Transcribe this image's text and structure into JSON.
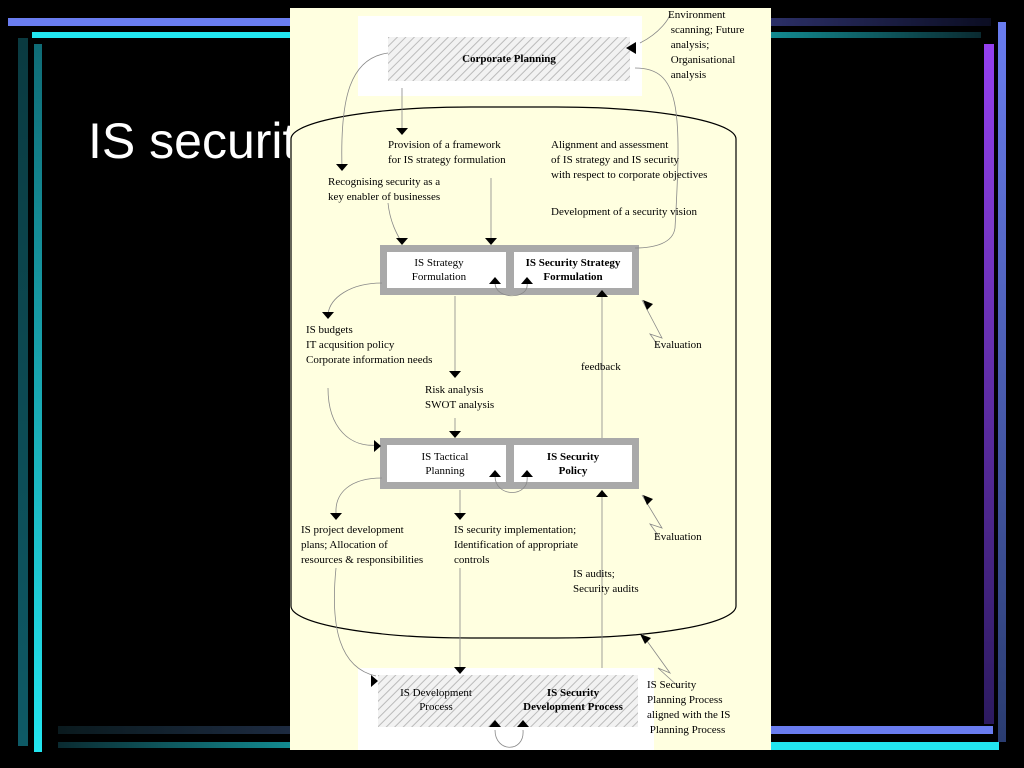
{
  "slide": {
    "title": "IS security"
  },
  "diagram": {
    "corporate_planning": "Corporate Planning",
    "environment_note": "Environment\n scanning; Future\n analysis;\n Organisational\n analysis",
    "provision_framework": "Provision of a framework\nfor IS strategy formulation",
    "alignment": "Alignment and assessment\nof IS strategy and IS security\nwith respect to corporate objectives",
    "security_vision": "Development of a security vision",
    "recognising_security": "Recognising security as a\nkey enabler of businesses",
    "is_strategy_formulation": "IS Strategy\nFormulation",
    "is_security_strategy_formulation": "IS Security Strategy\nFormulation",
    "is_budgets": "IS budgets\nIT acqusition policy\nCorporate information needs",
    "evaluation_1": "Evaluation",
    "feedback": "feedback",
    "risk_analysis": "Risk analysis\nSWOT analysis",
    "is_tactical_planning": "IS Tactical\nPlanning",
    "is_security_policy": "IS Security\nPolicy",
    "is_project_development": "IS project development\nplans; Allocation of\nresources & responsibilities",
    "is_security_implementation": "IS security implementation;\nIdentification of appropriate\ncontrols",
    "evaluation_2": "Evaluation",
    "is_audits": "IS audits;\nSecurity audits",
    "is_development_process": "IS Development\nProcess",
    "is_security_development_process": "IS Security\nDevelopment Process",
    "is_security_planning_note": "IS Security\nPlanning Process\naligned with the IS\n Planning Process"
  }
}
